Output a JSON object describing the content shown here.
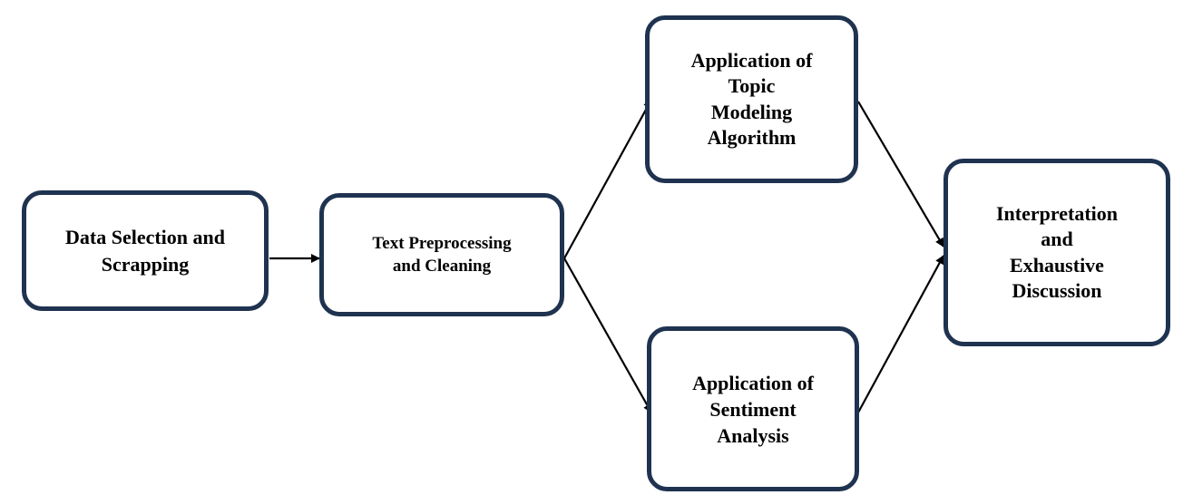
{
  "diagram": {
    "nodes": [
      {
        "id": "data",
        "label": "Data Selection and\nScrapping"
      },
      {
        "id": "text",
        "label": "Text Preprocessing\nand Cleaning"
      },
      {
        "id": "topic",
        "label": "Application of\nTopic\nModeling\nAlgorithm"
      },
      {
        "id": "sentiment",
        "label": "Application of\nSentiment\nAnalysis"
      },
      {
        "id": "interpretation",
        "label": "Interpretation\nand\nExhaustive\nDiscussion"
      }
    ],
    "edges": [
      {
        "from": "data",
        "to": "text"
      },
      {
        "from": "text",
        "to": "topic"
      },
      {
        "from": "text",
        "to": "sentiment"
      },
      {
        "from": "topic",
        "to": "interpretation"
      },
      {
        "from": "sentiment",
        "to": "interpretation"
      }
    ],
    "colors": {
      "node_border": "#1f3350",
      "arrow": "#000000"
    }
  }
}
